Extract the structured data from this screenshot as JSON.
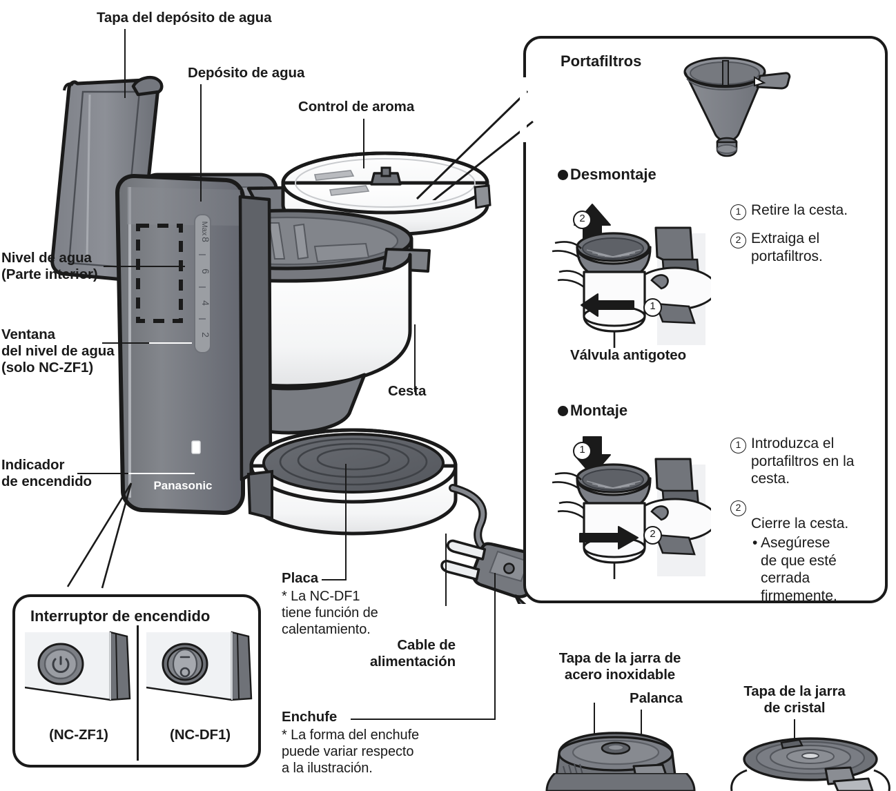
{
  "document": {
    "title": "Panasonic NC-ZF1 / NC-DF1 — Nombres de las piezas",
    "language": "es",
    "brand": "Panasonic",
    "models": [
      "NC-ZF1",
      "NC-DF1"
    ],
    "ink_color": "#1a1a1a",
    "page_background": "#ffffff"
  },
  "main_diagram": {
    "name": "coffee-maker-exploded-view",
    "brand_mark": "Panasonic",
    "water_level_scale": [
      "Max",
      "8",
      "6",
      "4",
      "2"
    ],
    "callouts": [
      {
        "id": "water-tank-lid",
        "label": "Tapa del depósito de agua"
      },
      {
        "id": "water-tank",
        "label": "Depósito de agua"
      },
      {
        "id": "aroma-control",
        "label": "Control de aroma"
      },
      {
        "id": "water-level",
        "label": "Nivel de agua\n(Parte interior)"
      },
      {
        "id": "water-level-window",
        "label": "Ventana\ndel nivel de agua\n(solo NC-ZF1)"
      },
      {
        "id": "power-indicator",
        "label": "Indicador\nde encendido"
      },
      {
        "id": "basket",
        "label": "Cesta"
      },
      {
        "id": "hot-plate",
        "label": "Placa"
      },
      {
        "id": "power-cord",
        "label": "Cable de\nalimentación"
      },
      {
        "id": "plug",
        "label": "Enchufe"
      }
    ],
    "footnotes": [
      {
        "id": "hot-plate-note",
        "marker": "*",
        "text": "La NC-DF1\ntiene función de\ncalentamiento."
      },
      {
        "id": "plug-note",
        "marker": "*",
        "text": "La forma del enchufe\npuede variar respecto\na la ilustración."
      }
    ]
  },
  "filter_holder_panel": {
    "title": "Portafiltros",
    "product_art_name": "filter-holder-cone",
    "sections": [
      {
        "id": "removal",
        "heading": "Desmontaje",
        "art_name": "filter-holder-removal-illustration",
        "arrow_direction": "up",
        "arrow_step": "2",
        "rotate_step": "1",
        "rotate_direction": "left",
        "sub_label": "Válvula antigoteo",
        "steps": [
          {
            "num": "1",
            "text": "Retire la cesta."
          },
          {
            "num": "2",
            "text": "Extraiga el\nportafiltros."
          }
        ]
      },
      {
        "id": "mounting",
        "heading": "Montaje",
        "art_name": "filter-holder-mounting-illustration",
        "arrow_direction": "down",
        "arrow_step": "1",
        "rotate_step": "2",
        "rotate_direction": "right",
        "sub_label": "",
        "steps": [
          {
            "num": "1",
            "text": "Introduzca el\nportafiltros en la\ncesta."
          },
          {
            "num": "2",
            "text": "Cierre la cesta.",
            "bullet": "• Asegúrese\n   de que esté\n   cerrada\n   firmemente."
          }
        ]
      }
    ]
  },
  "power_switch_panel": {
    "title": "Interruptor de encendido",
    "variants": [
      {
        "id": "nc-zf1-switch",
        "caption": "(NC-ZF1)",
        "switch_type": "push-button",
        "glyph": "power-symbol"
      },
      {
        "id": "nc-df1-switch",
        "caption": "(NC-DF1)",
        "switch_type": "rocker-switch",
        "glyph": "i-o-symbol"
      }
    ]
  },
  "jar_lids": [
    {
      "id": "stainless-jar-lid",
      "label": "Tapa de la jarra de\nacero inoxidable",
      "sub_callout": "Palanca",
      "art_name": "stainless-steel-jar-lid"
    },
    {
      "id": "glass-jar-lid",
      "label": "Tapa de la jarra\nde cristal",
      "sub_callout": "",
      "art_name": "glass-jar-lid"
    }
  ]
}
